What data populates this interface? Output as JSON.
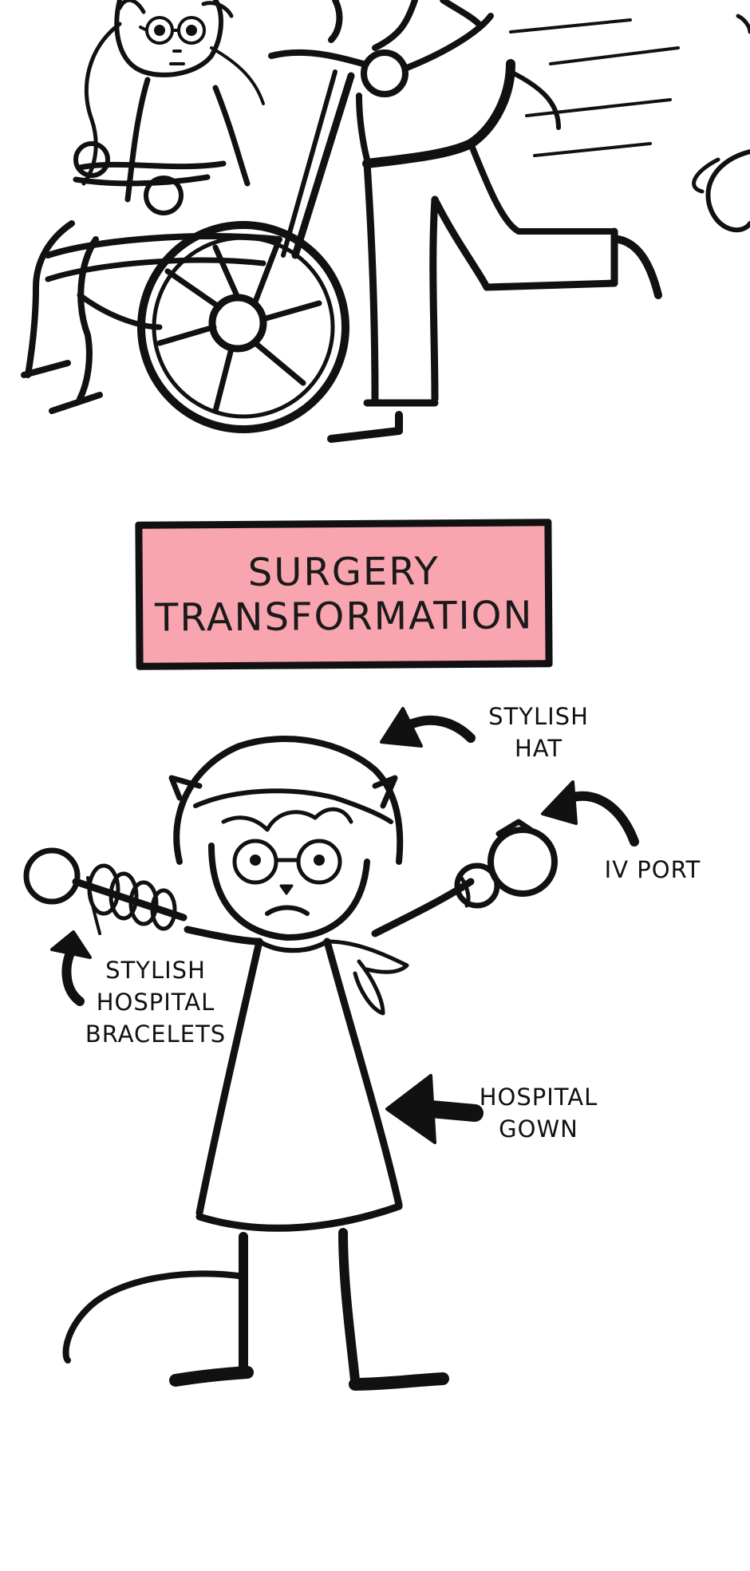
{
  "title": {
    "line1": "SURGERY",
    "line2": "TRANSFORMATION"
  },
  "labels": {
    "hat": {
      "line1": "STYLISH",
      "line2": "HAT"
    },
    "iv_port": {
      "line1": "IV PORT"
    },
    "bracelets": {
      "line1": "STYLISH",
      "line2": "HOSPITAL",
      "line3": "BRACELETS"
    },
    "gown": {
      "line1": "HOSPITAL",
      "line2": "GOWN"
    }
  },
  "colors": {
    "title_background": "#f8a5b0",
    "ink": "#111111",
    "paper": "#ffffff"
  }
}
